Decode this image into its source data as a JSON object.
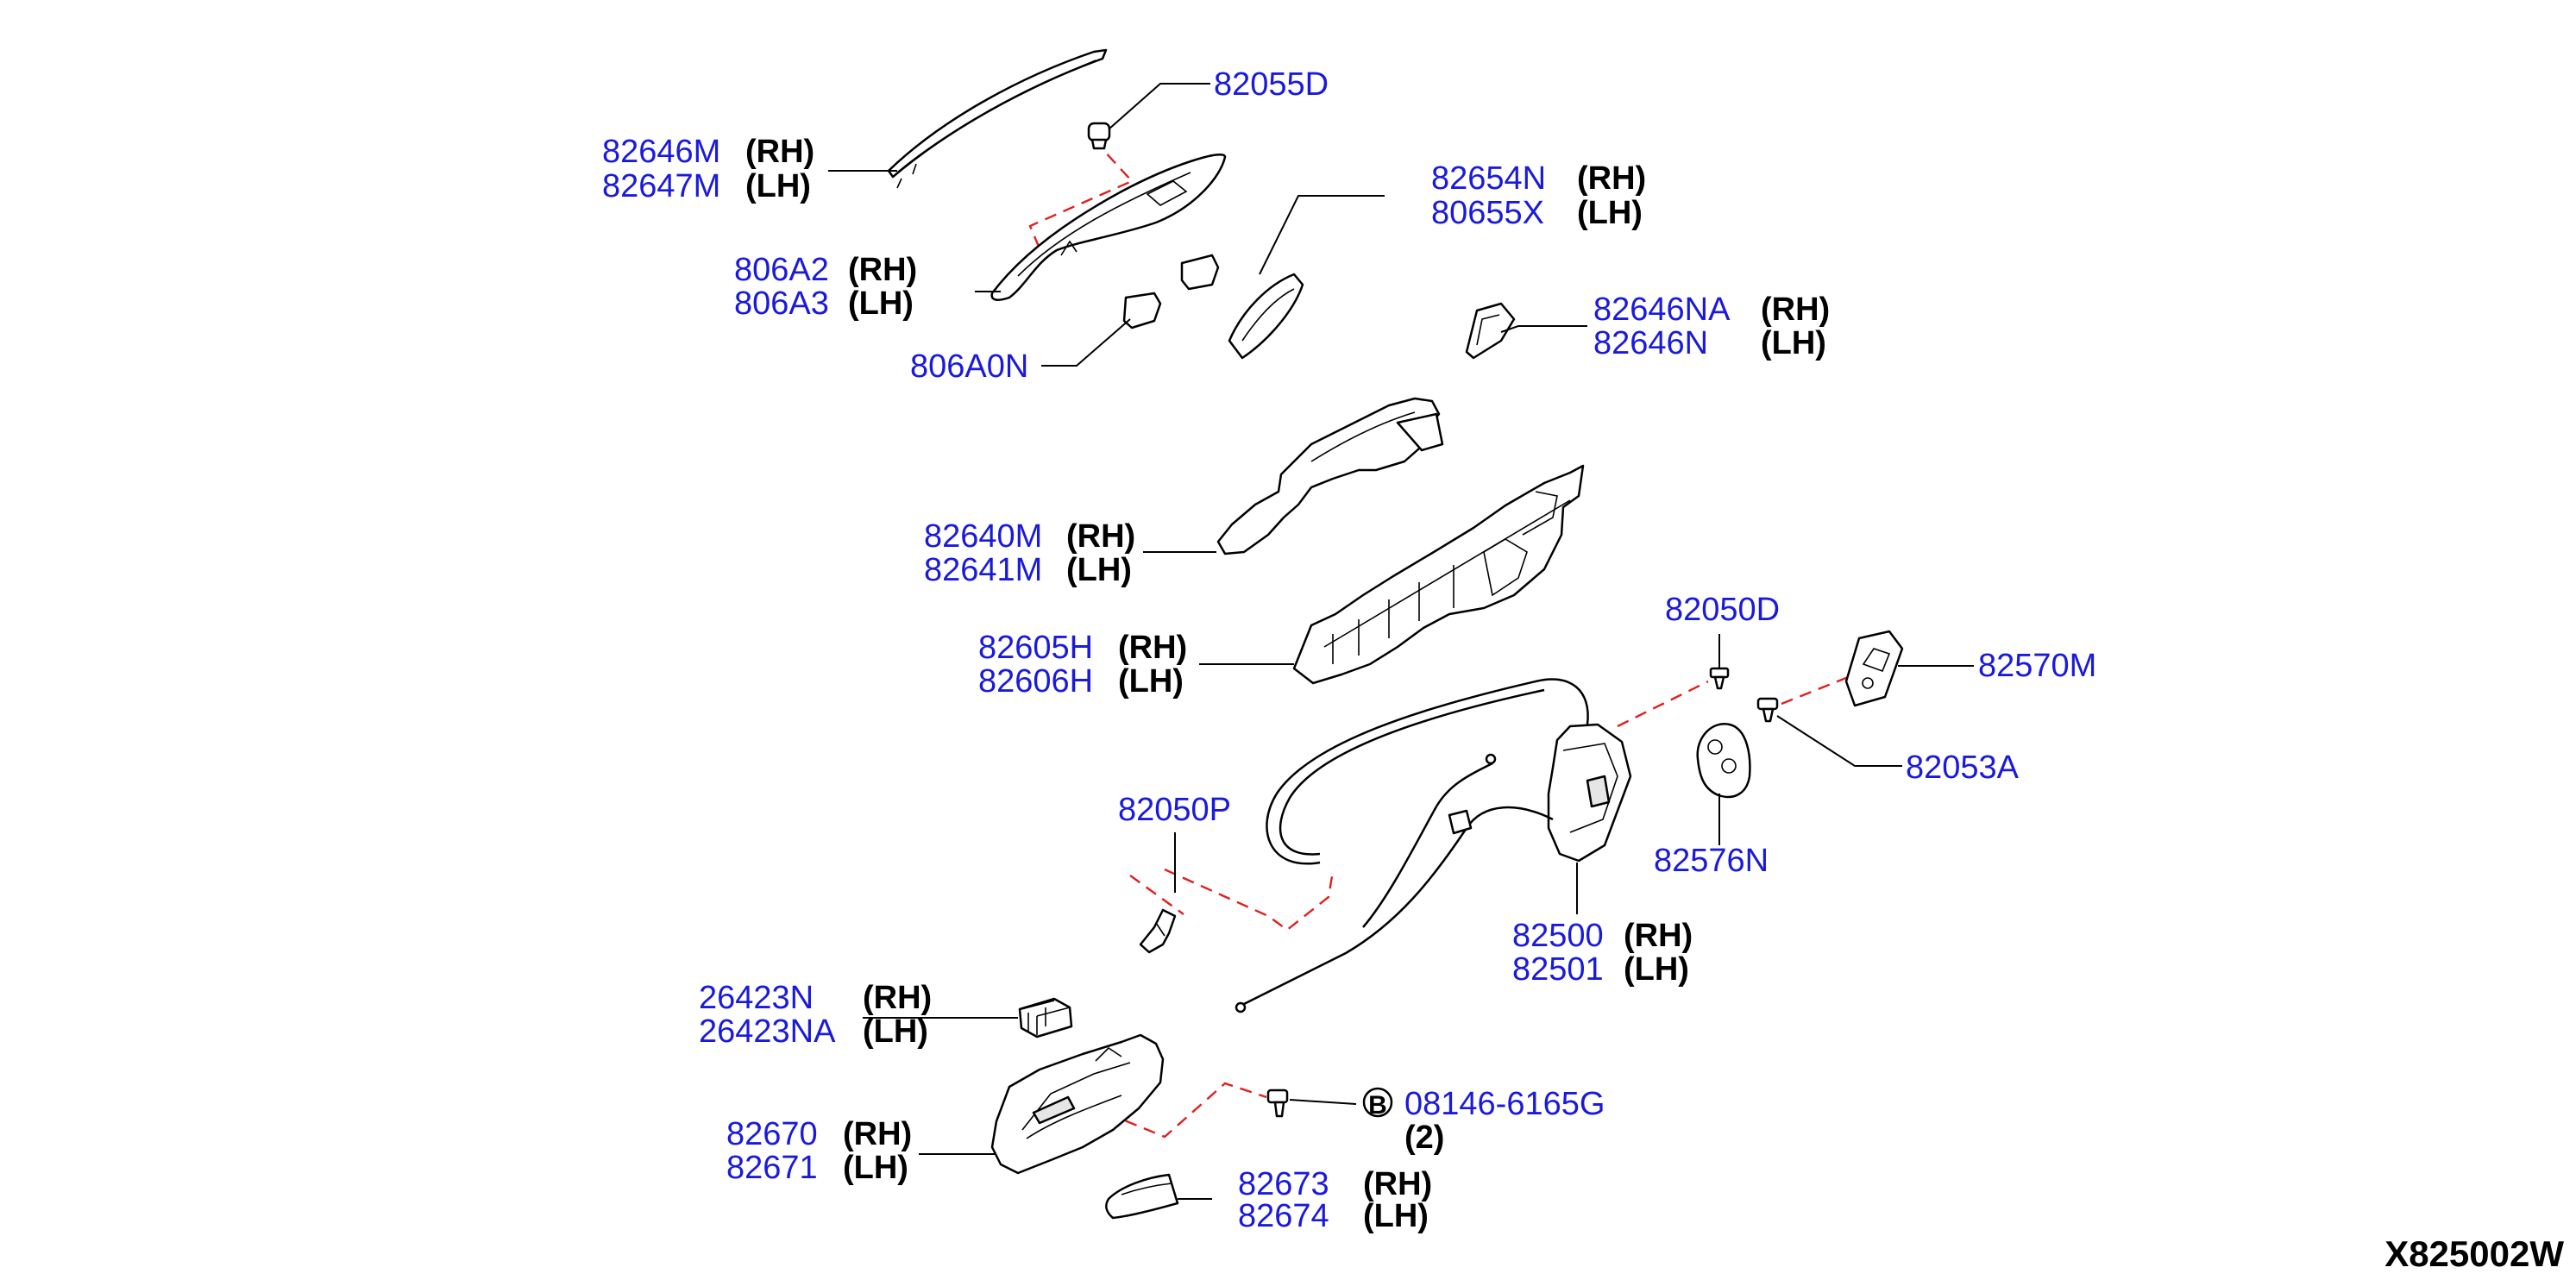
{
  "diagram_code": "X825002W",
  "callout_symbol": "B",
  "labels": {
    "l82055D": {
      "part": "82055D"
    },
    "l82646M": {
      "part1": "82646M",
      "side1": "(RH)",
      "part2": "82647M",
      "side2": "(LH)"
    },
    "l82654N": {
      "part1": "82654N",
      "side1": "(RH)",
      "part2": "80655X",
      "side2": "(LH)"
    },
    "l806A2": {
      "part1": "806A2",
      "side1": "(RH)",
      "part2": "806A3",
      "side2": "(LH)"
    },
    "l82646NA": {
      "part1": "82646NA",
      "side1": "(RH)",
      "part2": "82646N",
      "side2": "(LH)"
    },
    "l806A0N": {
      "part": "806A0N"
    },
    "l82640M": {
      "part1": "82640M",
      "side1": "(RH)",
      "part2": "82641M",
      "side2": "(LH)"
    },
    "l82605H": {
      "part1": "82605H",
      "side1": "(RH)",
      "part2": "82606H",
      "side2": "(LH)"
    },
    "l82050D": {
      "part": "82050D"
    },
    "l82570M": {
      "part": "82570M"
    },
    "l82053A": {
      "part": "82053A"
    },
    "l82050P": {
      "part": "82050P"
    },
    "l82576N": {
      "part": "82576N"
    },
    "l82500": {
      "part1": "82500",
      "side1": "(RH)",
      "part2": "82501",
      "side2": "(LH)"
    },
    "l26423N": {
      "part1": "26423N",
      "side1": "(RH)",
      "part2": "26423NA",
      "side2": "(LH)"
    },
    "l08146": {
      "part": "08146-6165G",
      "qty": "(2)"
    },
    "l82670": {
      "part1": "82670",
      "side1": "(RH)",
      "part2": "82671",
      "side2": "(LH)"
    },
    "l82673": {
      "part1": "82673",
      "side1": "(RH)",
      "part2": "82674",
      "side2": "(LH)"
    }
  }
}
